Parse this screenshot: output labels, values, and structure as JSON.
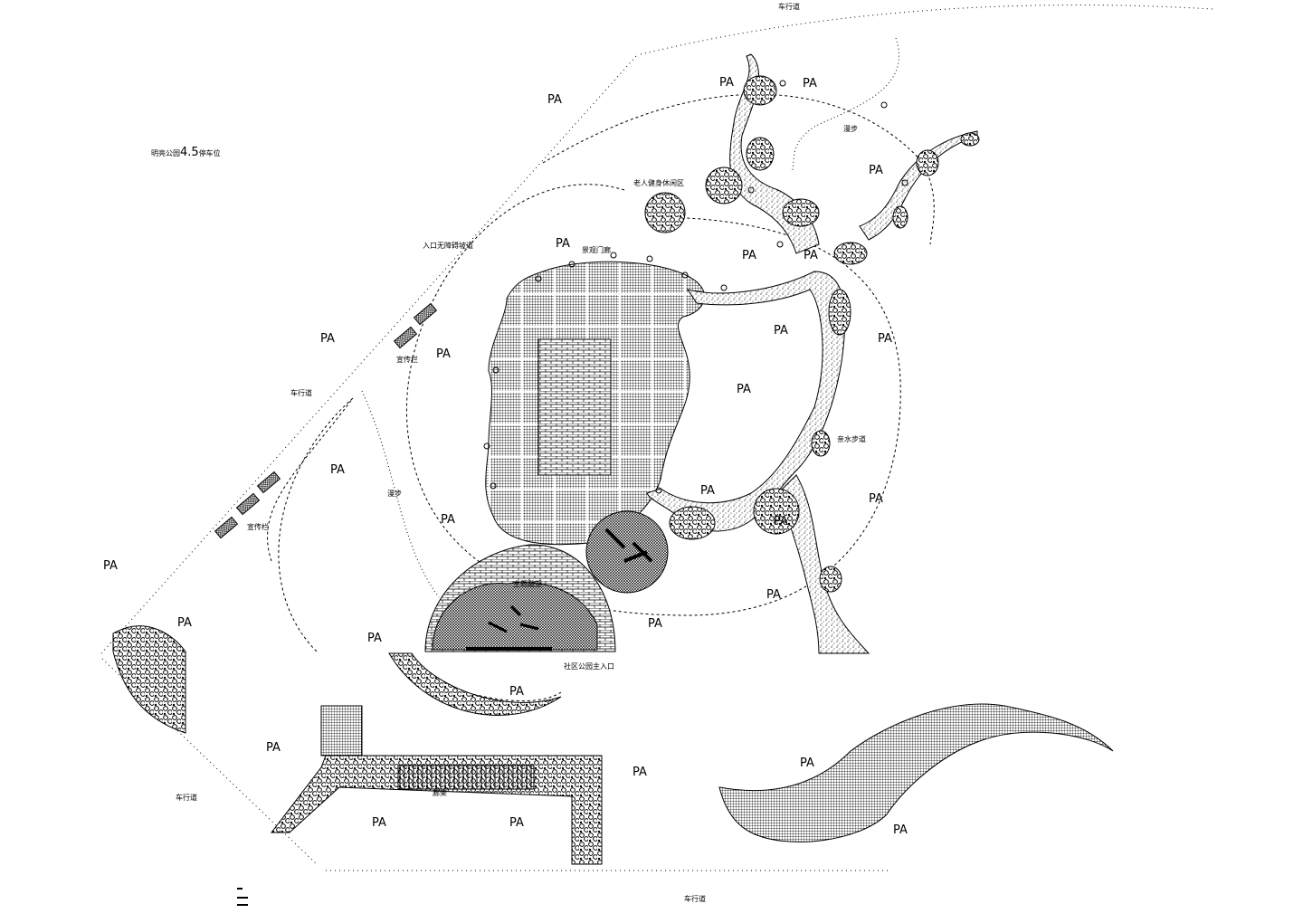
{
  "labels": {
    "pa": "PA",
    "road_top": "车行道",
    "road_left": "车行道",
    "road_bottom_left": "车行道",
    "road_bottom": "车行道",
    "site_note_prefix": "明亮公园",
    "site_note_number": "4.5",
    "site_note_suffix": "停车位",
    "entrance_ramp": "入口无障碍坡道",
    "elderly_area": "老人健身休闲区",
    "landscape_gate": "景观门廊",
    "walk_right": "漫步",
    "walk_left": "漫步",
    "waterside_path": "亲水步道",
    "sign_board_1": "宣传栏",
    "sign_board_2": "宣传栏",
    "main_entrance": "社区公园主入口",
    "central_feature": "主题雕塑",
    "pavilion": "廊架"
  },
  "colors": {
    "ink": "#000000",
    "paper": "#ffffff"
  }
}
